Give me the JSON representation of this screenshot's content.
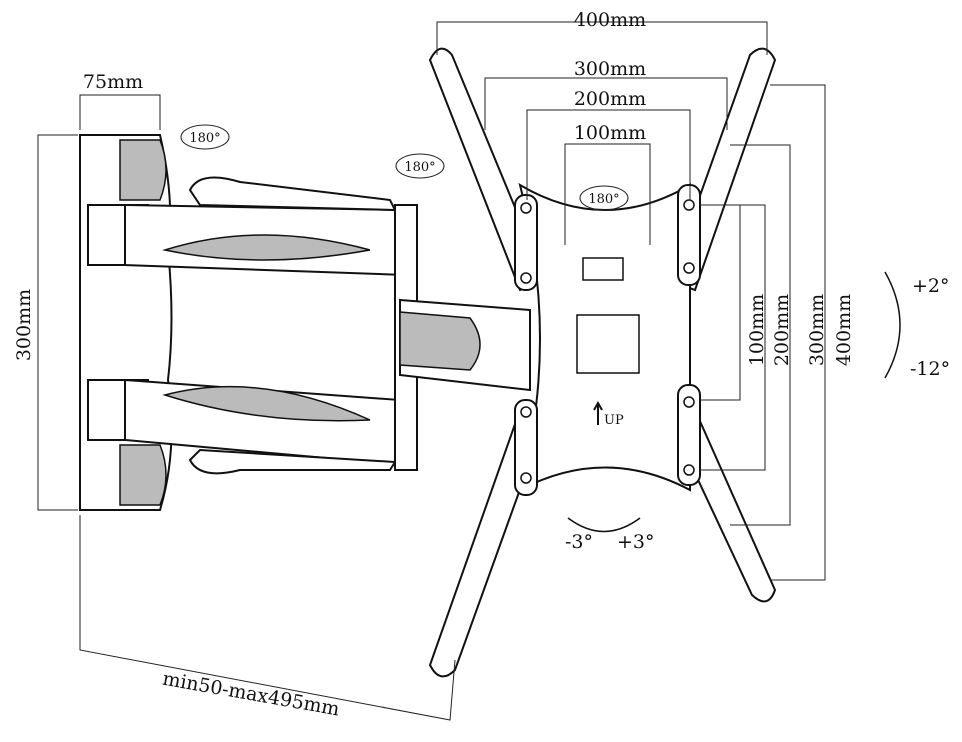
{
  "title": "Full-motion TV wall mount dimension diagram",
  "top_dimensions": [
    "400mm",
    "300mm",
    "200mm",
    "100mm"
  ],
  "right_dimensions": [
    "100mm",
    "200mm",
    "300mm",
    "400mm"
  ],
  "wall_plate_width": "75mm",
  "wall_plate_height": "300mm",
  "rotation_labels": [
    "180°",
    "180°",
    "180°"
  ],
  "tilt": {
    "up": "+2°",
    "down": "-12°"
  },
  "swivel": {
    "left": "-3°",
    "right": "+3°"
  },
  "up_marker": "UP",
  "extension": "min50-max495mm"
}
